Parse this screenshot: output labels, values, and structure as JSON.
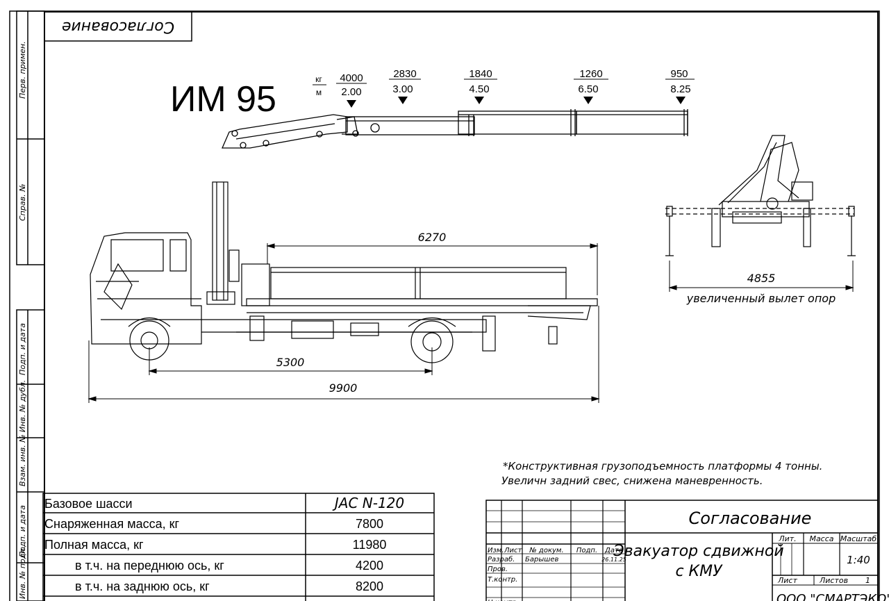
{
  "corner_stamp": "Согласование",
  "side_labels": [
    "Перв. примен.",
    "Справ. №",
    "Подп. и дата",
    "Инв. № дубл.",
    "Взам. инв. №",
    "Подп. и дата",
    "Инв. № подл."
  ],
  "model": "ИМ 95",
  "load_chart": {
    "units": {
      "kg": "кг",
      "m": "м"
    },
    "points": [
      {
        "kg": "4000",
        "m": "2.00"
      },
      {
        "kg": "2830",
        "m": "3.00"
      },
      {
        "kg": "1840",
        "m": "4.50"
      },
      {
        "kg": "1260",
        "m": "6.50"
      },
      {
        "kg": "950",
        "m": "8.25"
      }
    ]
  },
  "dimensions": {
    "platform": "6270",
    "wheelbase": "5300",
    "overall": "9900",
    "outrigger": "4855",
    "outrigger_caption": "увеличенный вылет опор"
  },
  "note": {
    "line1": "*Конструктивная грузоподъемность платформы 4 тонны.",
    "line2": "Увеличн задний свес, снижена маневренность."
  },
  "spec_table": [
    {
      "label": "Базовое шасси",
      "value": "JAC N-120"
    },
    {
      "label": "Снаряженная масса, кг",
      "value": "7800"
    },
    {
      "label": "Полная масса, кг",
      "value": "11980"
    },
    {
      "label": "в т.ч. на переднюю ось, кг",
      "value": "4200"
    },
    {
      "label": "в т.ч. на заднюю ось, кг",
      "value": "8200"
    }
  ],
  "title_block": {
    "approval": "Согласование",
    "headers": {
      "izm": "Изм.",
      "list": "Лист",
      "doc": "№ докум.",
      "sign": "Подп.",
      "date": "Дата"
    },
    "rows": [
      {
        "role": "Разраб.",
        "name": "Барышев",
        "date": "26.11.25"
      },
      {
        "role": "Пров.",
        "name": "",
        "date": ""
      },
      {
        "role": "Т.контр.",
        "name": "",
        "date": ""
      },
      {
        "role": "Н.контр.",
        "name": "",
        "date": ""
      }
    ],
    "title_line1": "Эвакуатор сдвижной",
    "title_line2": "с КМУ",
    "lit": "Лит.",
    "mass": "Масса",
    "scale_label": "Масштаб",
    "scale": "1:40",
    "sheet": "Лист",
    "sheets": "Листов",
    "sheets_count": "1",
    "company": "ООО \"СМАРТЭКО\""
  }
}
